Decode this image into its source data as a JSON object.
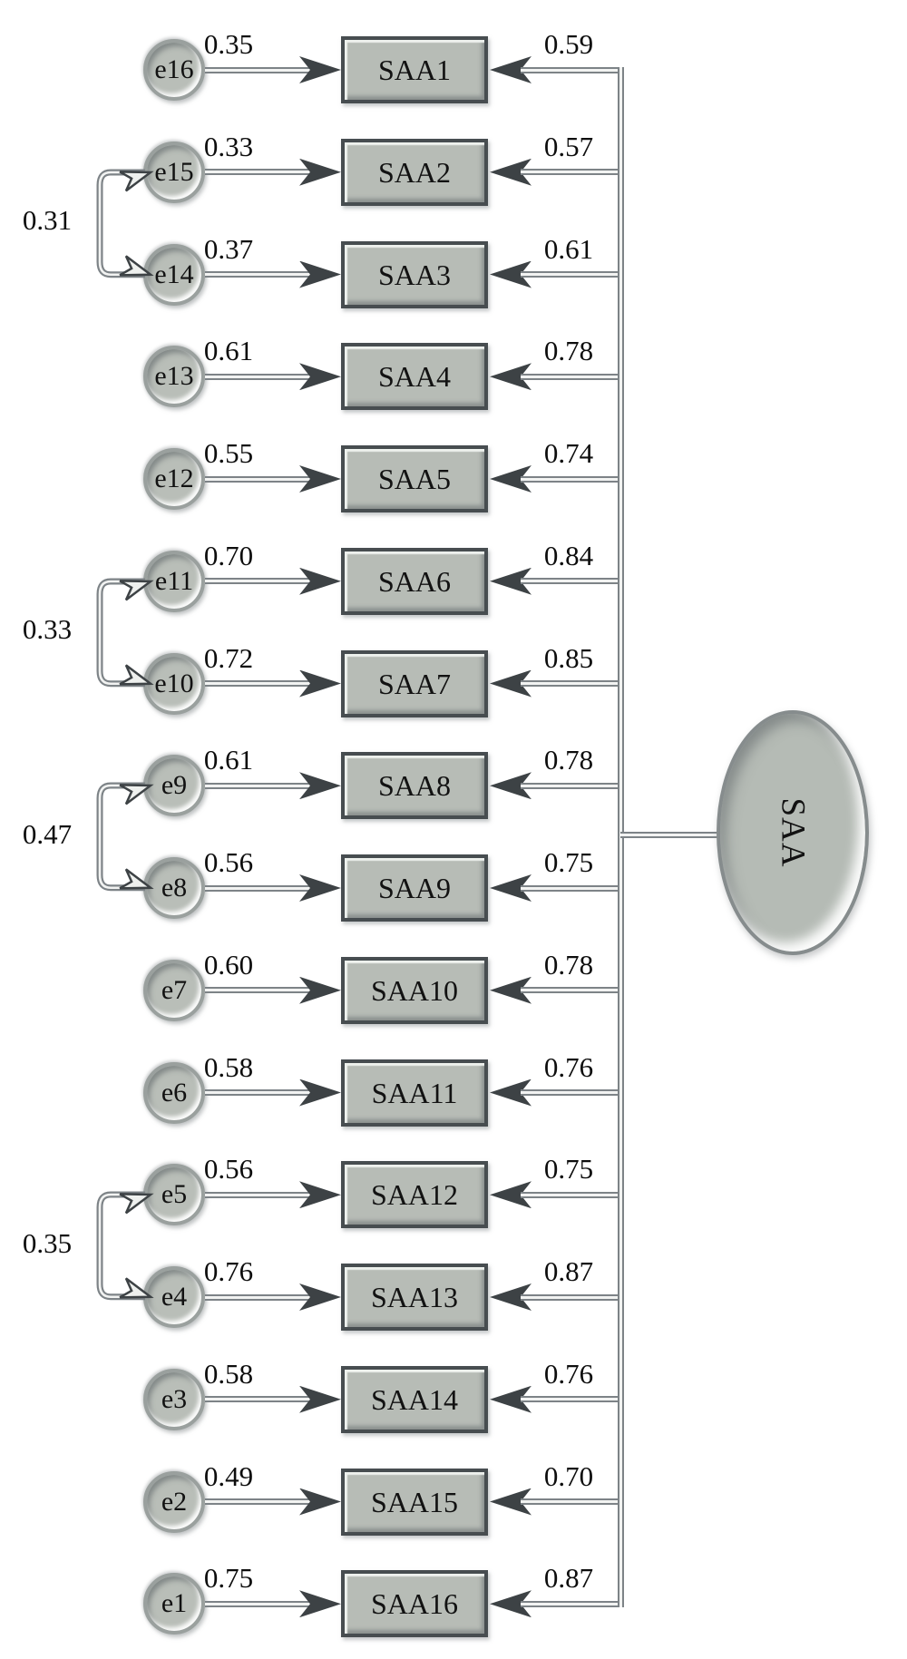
{
  "diagram": {
    "type": "sem-path-diagram",
    "latent": {
      "label": "SAA"
    },
    "rows": [
      {
        "error": "e16",
        "error_value": "0.35",
        "indicator": "SAA1",
        "loading": "0.59"
      },
      {
        "error": "e15",
        "error_value": "0.33",
        "indicator": "SAA2",
        "loading": "0.57"
      },
      {
        "error": "e14",
        "error_value": "0.37",
        "indicator": "SAA3",
        "loading": "0.61"
      },
      {
        "error": "e13",
        "error_value": "0.61",
        "indicator": "SAA4",
        "loading": "0.78"
      },
      {
        "error": "e12",
        "error_value": "0.55",
        "indicator": "SAA5",
        "loading": "0.74"
      },
      {
        "error": "e11",
        "error_value": "0.70",
        "indicator": "SAA6",
        "loading": "0.84"
      },
      {
        "error": "e10",
        "error_value": "0.72",
        "indicator": "SAA7",
        "loading": "0.85"
      },
      {
        "error": "e9",
        "error_value": "0.61",
        "indicator": "SAA8",
        "loading": "0.78"
      },
      {
        "error": "e8",
        "error_value": "0.56",
        "indicator": "SAA9",
        "loading": "0.75"
      },
      {
        "error": "e7",
        "error_value": "0.60",
        "indicator": "SAA10",
        "loading": "0.78"
      },
      {
        "error": "e6",
        "error_value": "0.58",
        "indicator": "SAA11",
        "loading": "0.76"
      },
      {
        "error": "e5",
        "error_value": "0.56",
        "indicator": "SAA12",
        "loading": "0.75"
      },
      {
        "error": "e4",
        "error_value": "0.76",
        "indicator": "SAA13",
        "loading": "0.87"
      },
      {
        "error": "e3",
        "error_value": "0.58",
        "indicator": "SAA14",
        "loading": "0.76"
      },
      {
        "error": "e2",
        "error_value": "0.49",
        "indicator": "SAA15",
        "loading": "0.70"
      },
      {
        "error": "e1",
        "error_value": "0.75",
        "indicator": "SAA16",
        "loading": "0.87"
      }
    ],
    "covariances": [
      {
        "a": "e15",
        "b": "e14",
        "a_row": 1,
        "b_row": 2,
        "value": "0.31"
      },
      {
        "a": "e11",
        "b": "e10",
        "a_row": 5,
        "b_row": 6,
        "value": "0.33"
      },
      {
        "a": "e9",
        "b": "e8",
        "a_row": 7,
        "b_row": 8,
        "value": "0.47"
      },
      {
        "a": "e5",
        "b": "e4",
        "a_row": 11,
        "b_row": 12,
        "value": "0.35"
      }
    ],
    "colors": {
      "shape_fill": "#b8bdb7",
      "shape_border": "#474d50",
      "line": "#7d8387",
      "line_core": "#f2f3f2",
      "arrow": "#3d4245",
      "text": "#0d0d0d",
      "background": "#ffffff"
    }
  }
}
